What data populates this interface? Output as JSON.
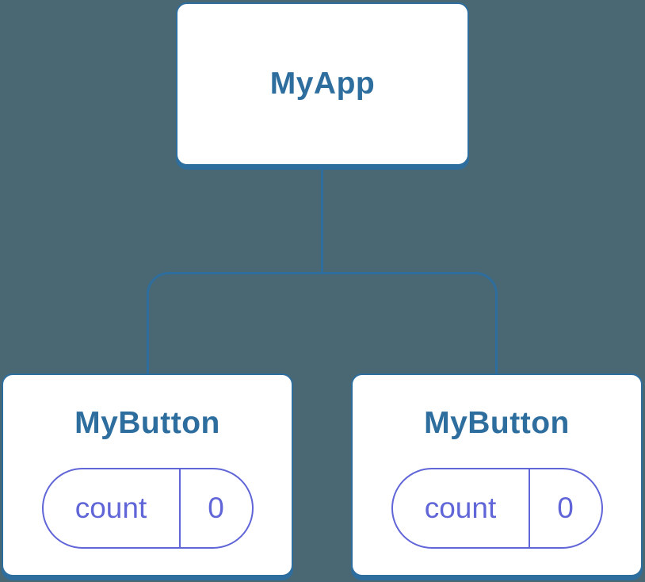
{
  "colors": {
    "bg": "#4a6874",
    "blue": "#2e6e9e",
    "purple": "#6065d8",
    "node-bg": "#ffffff"
  },
  "tree": {
    "root": {
      "label": "MyApp"
    },
    "children": [
      {
        "label": "MyButton",
        "state": {
          "key": "count",
          "value": "0"
        }
      },
      {
        "label": "MyButton",
        "state": {
          "key": "count",
          "value": "0"
        }
      }
    ]
  }
}
